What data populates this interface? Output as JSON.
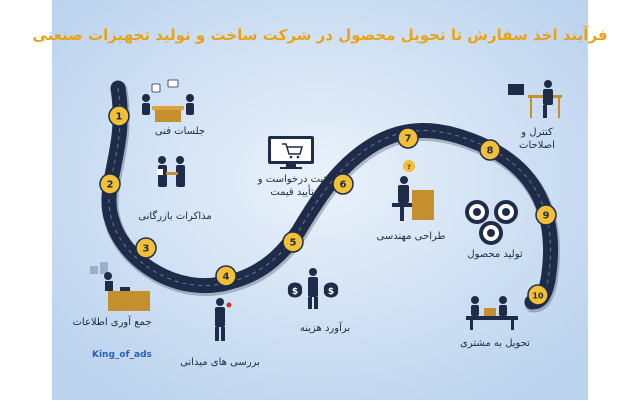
{
  "title": "فرآیند اخذ سفارش تا تحویل محصول در شرکت ساخت و تولید تجهیزات صنعتی",
  "watermark": "King_of_ads",
  "colors": {
    "background": "#cfe0f5",
    "road": "#1e2c4a",
    "marker": "#f2c037",
    "accent": "#e8a317"
  },
  "steps": [
    {
      "number": "1",
      "label": "جلسات فنی",
      "icon": "meeting-icon"
    },
    {
      "number": "2",
      "label": "مذاکرات بازرگانی",
      "icon": "negotiation-icon"
    },
    {
      "number": "3",
      "label": "جمع آوری اطلاعات",
      "icon": "data-collection-icon"
    },
    {
      "number": "4",
      "label": "بررسی های میدانی",
      "icon": "field-survey-icon"
    },
    {
      "number": "5",
      "label": "برآورد هزینه",
      "icon": "cost-estimate-icon"
    },
    {
      "number": "6",
      "label": "ثبت درخواست و تأیید قیمت",
      "label_lines": [
        "ثبت درخواست و",
        "تأیید قیمت"
      ],
      "icon": "order-cart-icon"
    },
    {
      "number": "7",
      "label": "طراحی مهندسی",
      "icon": "engineering-design-icon"
    },
    {
      "number": "8",
      "label": "کنترل و اصلاحات",
      "label_lines": [
        "کنترل و",
        "اصلاحات"
      ],
      "icon": "control-icon"
    },
    {
      "number": "9",
      "label": "تولید محصول",
      "icon": "production-gears-icon"
    },
    {
      "number": "10",
      "label": "تحویل به مشتری",
      "icon": "delivery-icon"
    }
  ]
}
